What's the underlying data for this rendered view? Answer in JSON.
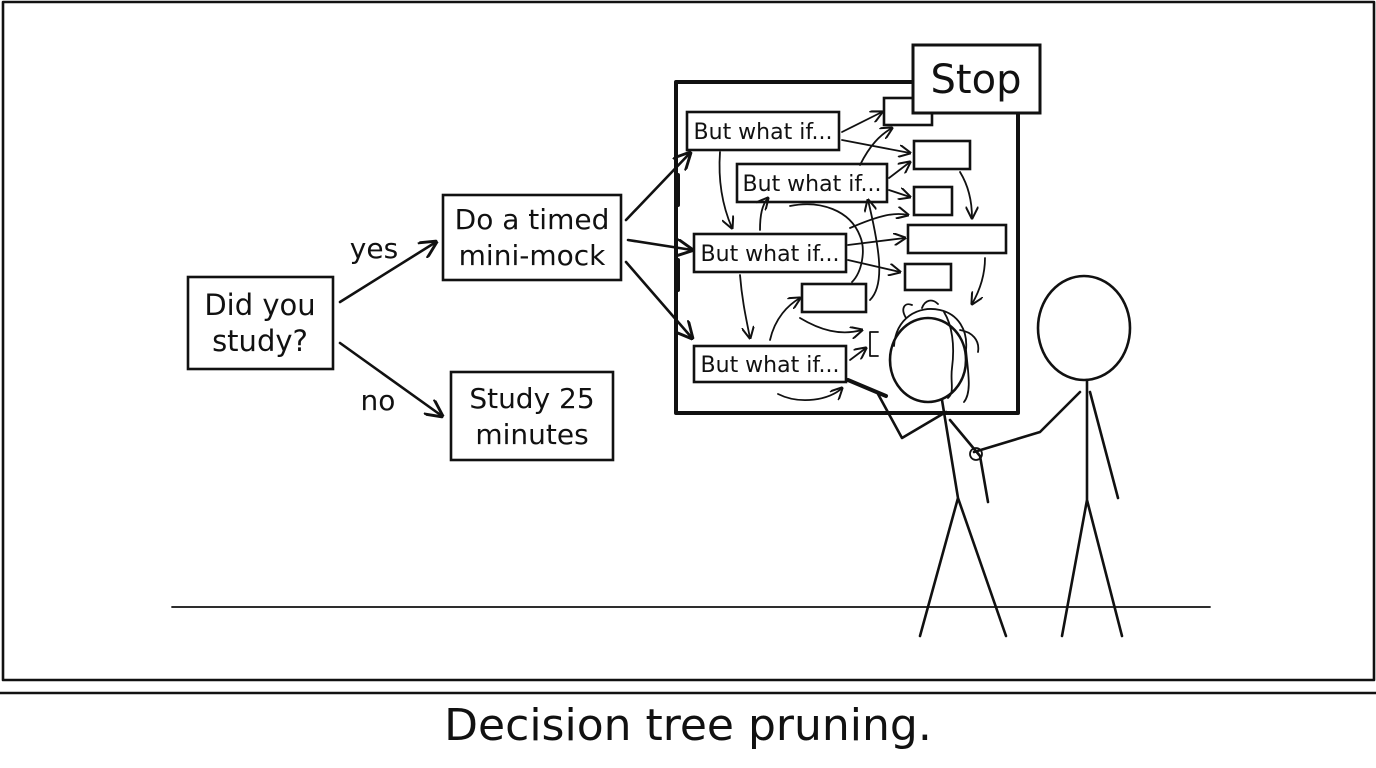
{
  "tree": {
    "root": [
      "Did you",
      "study?"
    ],
    "yes_label": "yes",
    "no_label": "no",
    "yes_node": [
      "Do a timed",
      "mini-mock"
    ],
    "no_node": [
      "Study 25",
      "minutes"
    ],
    "what_if": [
      "But what if...",
      "But what if...",
      "But what if...",
      "But what if..."
    ]
  },
  "sign": {
    "label": "Stop"
  },
  "caption": "Decision tree pruning."
}
